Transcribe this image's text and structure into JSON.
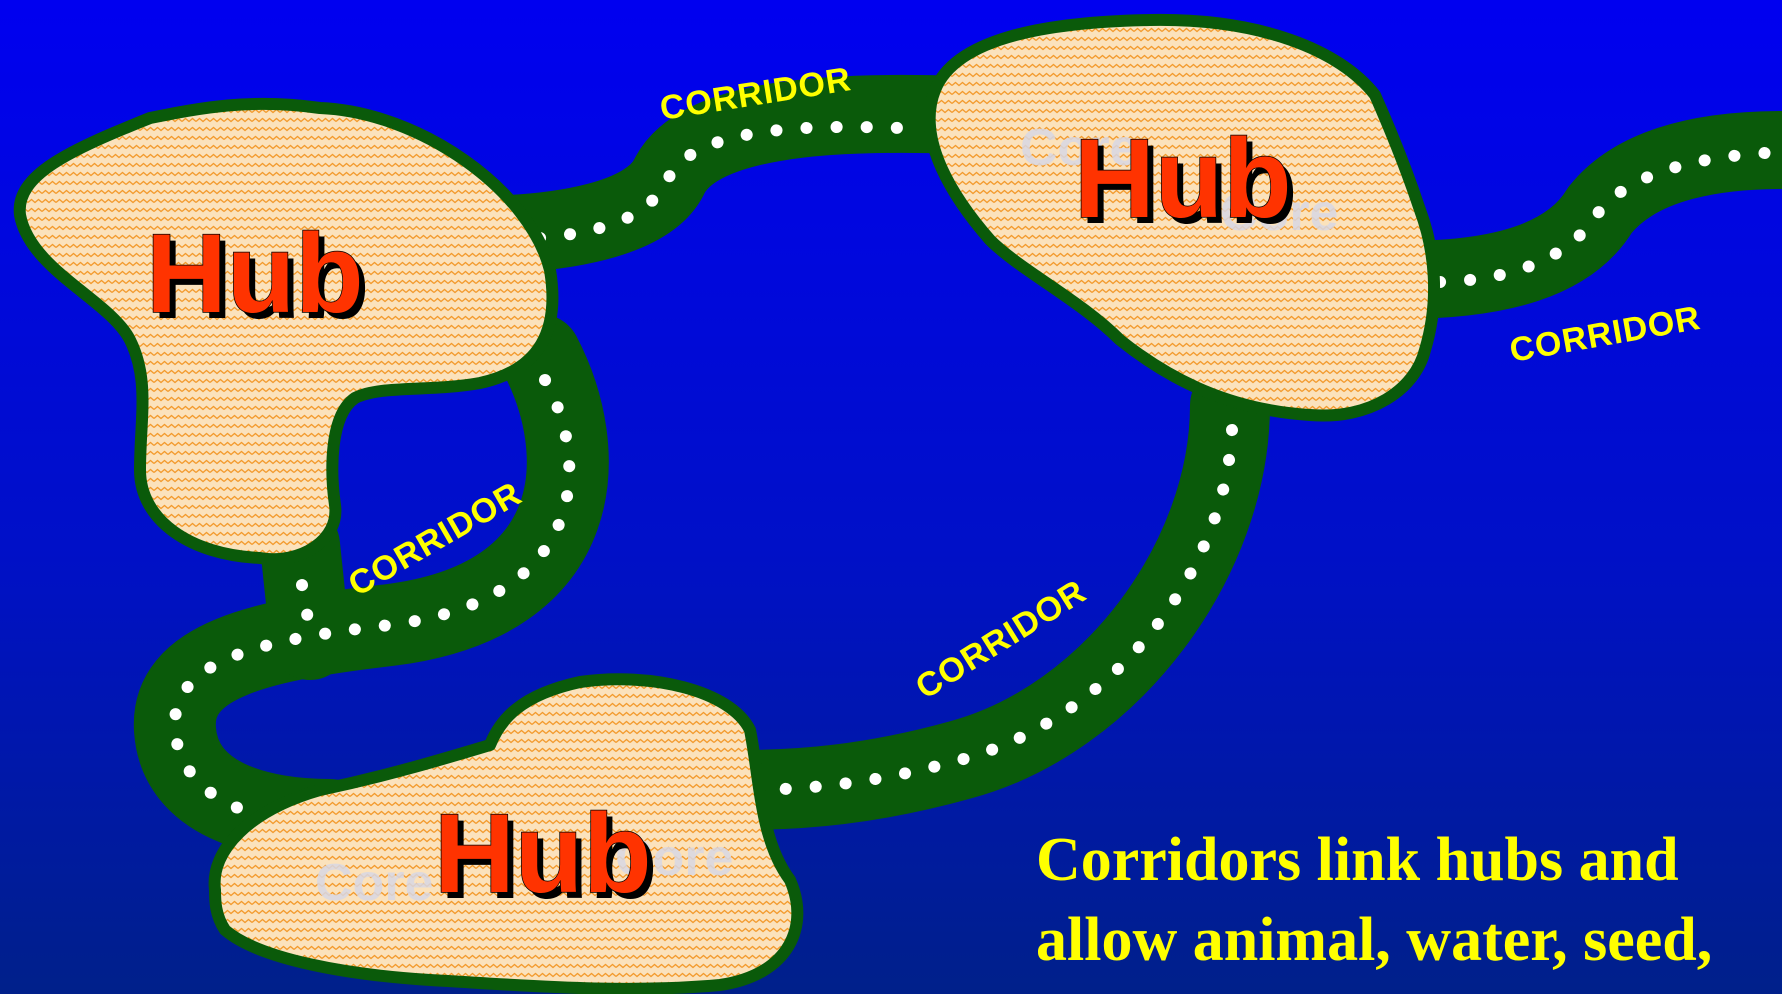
{
  "diagram": {
    "hub_label": "Hub",
    "ghost_label": "Core",
    "corridor_label": "CORRIDOR",
    "caption_lines": [
      "Corridors link hubs and",
      "allow animal, water, seed,"
    ],
    "colors": {
      "background": "#0000f0",
      "corridor": "#0a5a0a",
      "corridor_dots": "#ffffff",
      "hub_fill": "#fbe2bc",
      "hub_pattern": "#f39a2c",
      "hub_label": "#ff3300",
      "corridor_label": "#ffff00",
      "caption": "#ffff00"
    }
  }
}
